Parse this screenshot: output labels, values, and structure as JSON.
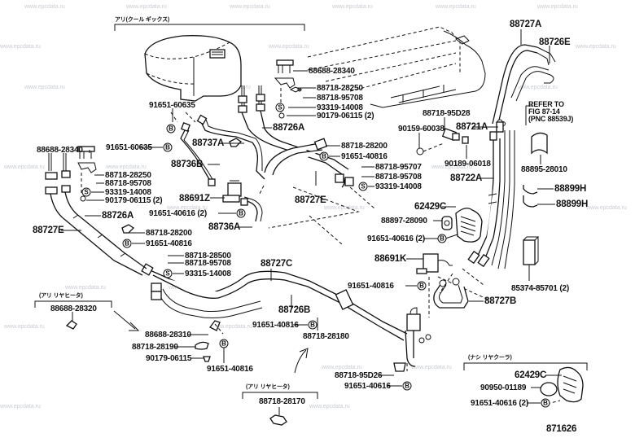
{
  "diagram": {
    "figure_number": "871626",
    "watermark": "www.epcdata.ru",
    "groups": {
      "cool_box": "アリ(クール ギックス)",
      "rear_heater_1": "(アリ リヤヒータ)",
      "rear_heater_2": "(アリ リヤヒータ)",
      "no_rear_cooler": "(ナシ リヤクーラ)"
    },
    "refer": {
      "line1": "REFER TO",
      "line2": "FIG 87-14",
      "line3": "(PNC 88539J)"
    },
    "symbols": {
      "bolt": "B",
      "screw": "S"
    },
    "labels": {
      "p88727A": "88727A",
      "p88726E": "88726E",
      "p88688_28340_top": "88688-28340",
      "p88718_28250_top": "88718-28250",
      "p88718_95708_top": "88718-95708",
      "p93319_14008_top": "93319-14008",
      "p90179_06115_top": "90179-06115 (2)",
      "p88726A_top": "88726A",
      "p91651_60635_a": "91651-60635",
      "p91651_60635_b": "91651-60635",
      "p88737A": "88737A",
      "p88736B": "88736B",
      "p88718_28200_top": "88718-28200",
      "p91651_40816_top": "91651-40816",
      "p88718_95707": "88718-95707",
      "p88718_95708_mid": "88718-95708",
      "p93319_14008_mid": "93319-14008",
      "p88727E_mid": "88727E",
      "p88691Z": "88691Z",
      "p91651_40616_mid": "91651-40616 (2)",
      "p88736A": "88736A",
      "p88718_95D28": "88718-95D28",
      "p90159_60038": "90159-60038",
      "p88721A": "88721A",
      "p90189_06018": "90189-06018",
      "p88722A": "88722A",
      "p88895_28010": "88895-28010",
      "p88899H_1": "88899H",
      "p88899H_2": "88899H",
      "p62429C_mid": "62429C",
      "p88897_28090": "88897-28090",
      "p91651_40616_right": "91651-40616 (2)",
      "p88688_28340_left": "88688-28340",
      "p88718_28250_left": "88718-28250",
      "p88718_95708_left": "88718-95708",
      "p93319_14008_left": "93319-14008",
      "p90179_06115_left": "90179-06115 (2)",
      "p88726A_left": "88726A",
      "p88727E_left": "88727E",
      "p88718_28200_left": "88718-28200",
      "p91651_40816_left": "91651-40816",
      "p88718_28500": "88718-28500",
      "p88718_95708_low": "88718-95708",
      "p93315_14008": "93315-14008",
      "p88727C": "88727C",
      "p88691K": "88691K",
      "p91651_40816_k": "91651-40816",
      "p88726B": "88726B",
      "p91651_40816_b": "91651-40816",
      "p88718_28180": "88718-28180",
      "p88727B": "88727B",
      "p85374_85701": "85374-85701 (2)",
      "p88688_28320": "88688-28320",
      "p88688_28310": "88688-28310",
      "p88718_28190": "88718-28190",
      "p90179_06115_low": "90179-06115",
      "p91651_40816_low": "91651-40816",
      "p88718_95D26": "88718-95D26",
      "p91651_40616_low": "91651-40616",
      "p88718_28170": "88718-28170",
      "p62429C_low": "62429C",
      "p90950_01189": "90950-01189",
      "p91651_40616_lowright": "91651-40616 (2)"
    }
  }
}
